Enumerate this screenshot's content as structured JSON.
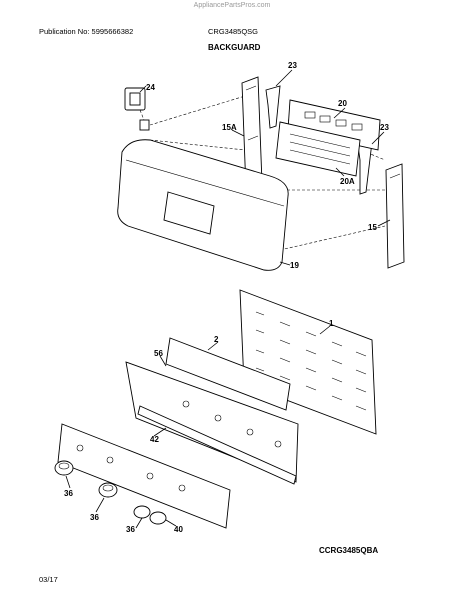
{
  "header": {
    "watermark": "AppliancePartsPros.com",
    "publication": "Publication No: 5995666382",
    "model": "CRG3485QSG",
    "section": "BACKGUARD"
  },
  "footer": {
    "diagram_code": "CCRG3485QBA",
    "date": "03/17"
  },
  "callouts": {
    "c23a": "23",
    "c24": "24",
    "c20": "20",
    "c23b": "23",
    "c15a": "15A",
    "c20a": "20A",
    "c15": "15",
    "c19": "19",
    "c1": "1",
    "c2": "2",
    "c56": "56",
    "c42": "42",
    "c36a": "36",
    "c36b": "36",
    "c36c": "36",
    "c40": "40"
  }
}
